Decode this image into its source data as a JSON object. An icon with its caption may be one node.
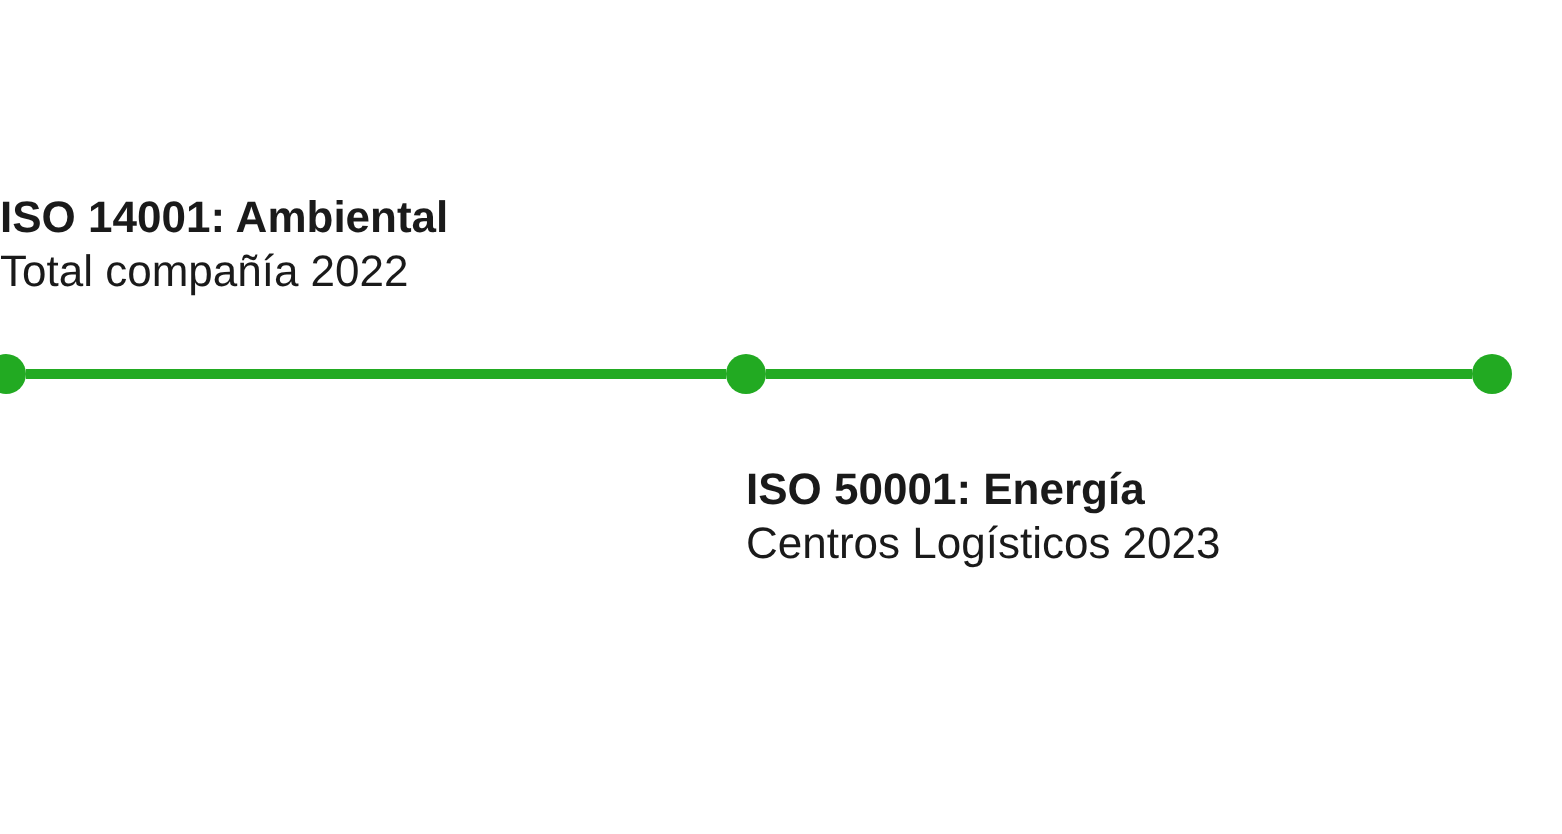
{
  "diagram": {
    "nodes": [
      {
        "text": [],
        "shape": "circle",
        "beside": [
          "ISO 14001: Ambiental",
          "Total compañía 2022"
        ]
      },
      {
        "text": [],
        "shape": "circle",
        "beside": [
          "ISO 50001: Energía",
          "Centros Logísticos 2023"
        ]
      },
      {
        "text": [],
        "shape": "circle"
      }
    ],
    "edges": [
      {
        "from": 0,
        "to": 1,
        "arrow": "none"
      },
      {
        "from": 1,
        "to": 2,
        "arrow": "none"
      }
    ]
  }
}
